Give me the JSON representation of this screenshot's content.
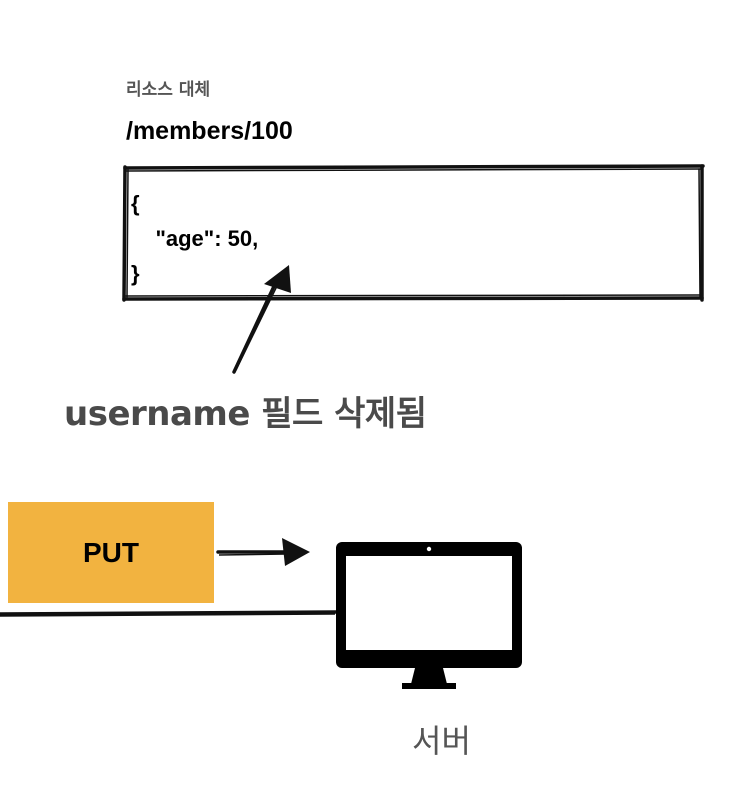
{
  "caption": "리소스 대체",
  "resource_path": "/members/100",
  "body_lines": [
    "{",
    "    \"age\": 50,",
    "}"
  ],
  "note": "username 필드 삭제됨",
  "method": "PUT",
  "server_label": "서버",
  "colors": {
    "method_box": "#f2b340",
    "stroke": "#111111",
    "note_text": "#4a4a4a",
    "caption_text": "#555555"
  },
  "icons": {
    "server": "monitor-icon"
  }
}
